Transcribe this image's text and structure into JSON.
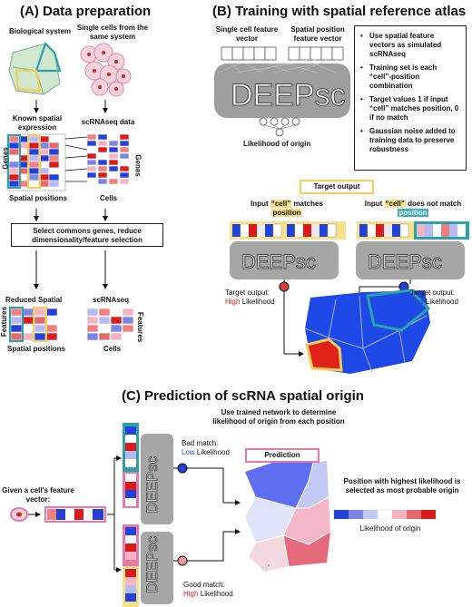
{
  "panel_a": {
    "title": "(A) Data preparation",
    "bio_system": "Biological system",
    "single_cells": "Single cells from the same system",
    "known_spatial": "Known spatial expression",
    "scrnaseq": "scRNAseq data",
    "genes_left": "Genes",
    "genes_right": "Genes",
    "spatial_positions": "Spatial positions",
    "cells": "Cells",
    "select_box": "Select commons genes, reduce dimensionality/feature selection",
    "reduced_spatial": "Reduced Spatial",
    "scrnaseq2": "scRNAseq",
    "features_left": "Features",
    "features_right": "Features",
    "spatial_positions2": "Spatial positions",
    "cells2": "Cells"
  },
  "panel_b": {
    "title": "(B) Training with spatial reference atlas",
    "single_cell_fv": "Single cell feature vector",
    "spatial_fv": "Spatial position feature vector",
    "deepsc": "DEEPsc",
    "likelihood": "Likelihood of origin",
    "bullets": [
      "Use spatial feature vectors as simulated scRNAseq",
      "Training set is each “cell”-position combination",
      "Target values 1 if input “cell” matches position, 0 if no match",
      "Gaussian noise added to training data to preserve robustness"
    ],
    "target_output": "Target output",
    "input_word": "Input",
    "cell_word": "“cell”",
    "matches": "matches",
    "position_word": "position",
    "does_not_match": "does not match",
    "target_output_label": "Target output:",
    "high": "High",
    "low": "Low",
    "likelihood_word": "Likelihood"
  },
  "panel_c": {
    "title": "(C) Prediction of scRNA spatial origin",
    "use_trained": "Use trained network to determine likelihood of origin from each position",
    "bad_match": "Bad match:",
    "good_match": "Good match:",
    "low": "Low",
    "high": "High",
    "likelihood_word": "Likelihood",
    "prediction": "Prediction",
    "given_cell": "Given a cell's feature vector:",
    "highest": "Position with highest likelihood is selected as most probable origin",
    "likelihood_of_origin": "Likelihood of origin",
    "deepsc": "DEEPsc",
    "stray": "· ·°"
  },
  "colors": {
    "red": "#d81b1b",
    "blue": "#1d4fd0",
    "teal": "#2aa2aa",
    "yellow": "#f2cf5a",
    "pink": "#e779a9",
    "grey": "#b8b8b8"
  }
}
